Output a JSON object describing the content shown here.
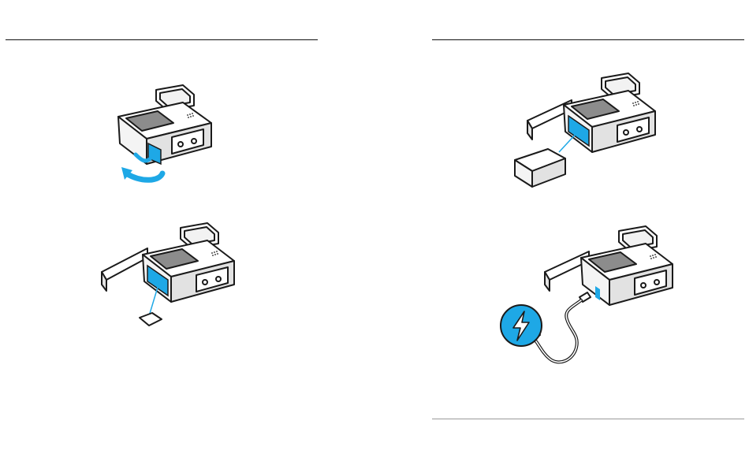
{
  "colors": {
    "accent": "#1ea8e6",
    "line": "#1a1a1a",
    "body_fill": "#ffffff",
    "side_fill": "#e2e2e2",
    "screen_fill": "#8c8c8c"
  },
  "illustrations": [
    {
      "id": "open-battery-door",
      "icon": "rotate-arrow-icon"
    },
    {
      "id": "insert-microsd-card",
      "icon": "microsd-card-icon"
    },
    {
      "id": "insert-battery",
      "icon": "battery-icon"
    },
    {
      "id": "connect-usb-charging",
      "icon": "lightning-bolt-icon"
    }
  ]
}
